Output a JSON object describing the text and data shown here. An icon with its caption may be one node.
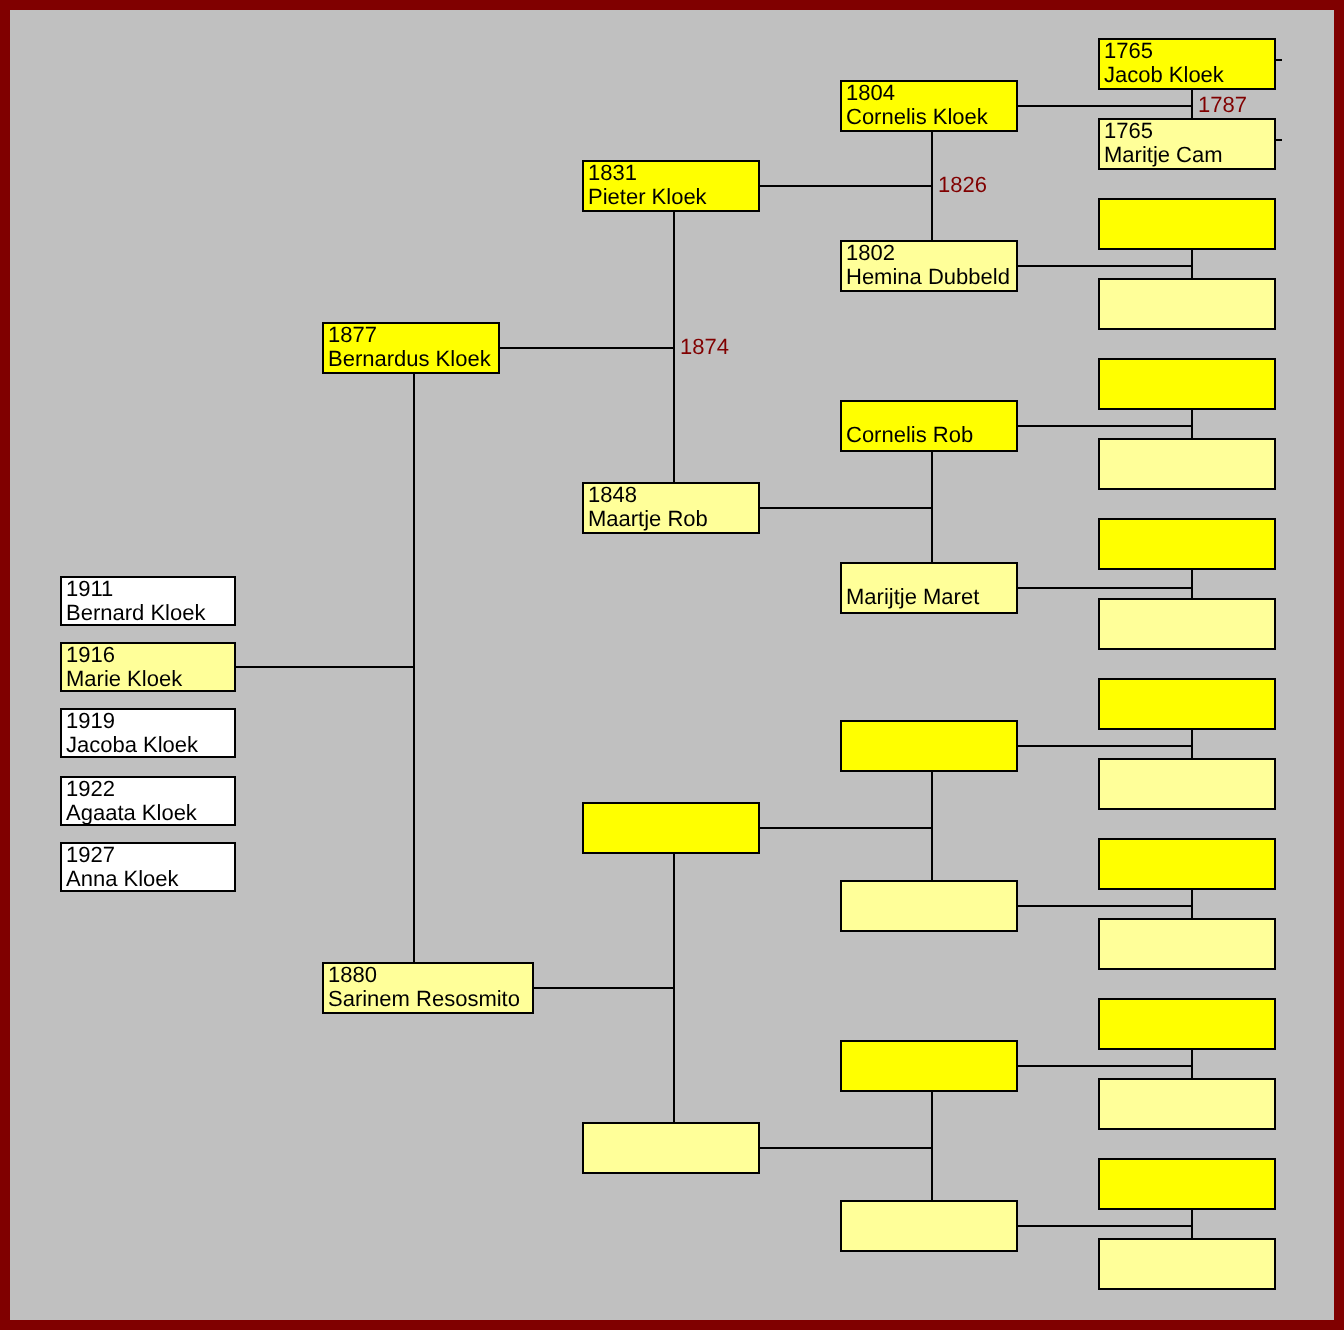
{
  "diagram": {
    "nodes": [
      {
        "text": [
          "1911",
          "Bernard Kloek"
        ]
      },
      {
        "text": [
          "1916",
          "Marie Kloek"
        ]
      },
      {
        "text": [
          "1919",
          "Jacoba Kloek"
        ]
      },
      {
        "text": [
          "1922",
          "Agaata Kloek"
        ]
      },
      {
        "text": [
          "1927",
          "Anna Kloek"
        ]
      },
      {
        "text": [
          "1877",
          "Bernardus Kloek"
        ]
      },
      {
        "text": [
          "1880",
          "Sarinem Resosmito"
        ]
      },
      {
        "text": [
          "1831",
          "Pieter Kloek"
        ]
      },
      {
        "text": [
          "1848",
          "Maartje Rob"
        ]
      },
      {
        "text": [],
        "shape": "box"
      },
      {
        "text": [],
        "shape": "box"
      },
      {
        "text": [
          "1804",
          "Cornelis Kloek"
        ]
      },
      {
        "text": [
          "1802",
          "Hemina Dubbeld"
        ]
      },
      {
        "text": [
          "Cornelis Rob"
        ]
      },
      {
        "text": [
          "Marijtje Maret"
        ]
      },
      {
        "text": [],
        "shape": "box"
      },
      {
        "text": [],
        "shape": "box"
      },
      {
        "text": [],
        "shape": "box"
      },
      {
        "text": [],
        "shape": "box"
      },
      {
        "text": [
          "1765",
          "Jacob Kloek"
        ]
      },
      {
        "text": [
          "1765",
          "Maritje Cam"
        ]
      },
      {
        "text": [],
        "shape": "box"
      },
      {
        "text": [],
        "shape": "box"
      },
      {
        "text": [],
        "shape": "box"
      },
      {
        "text": [],
        "shape": "box"
      },
      {
        "text": [],
        "shape": "box"
      },
      {
        "text": [],
        "shape": "box"
      },
      {
        "text": [],
        "shape": "box"
      },
      {
        "text": [],
        "shape": "box"
      },
      {
        "text": [],
        "shape": "box"
      },
      {
        "text": [],
        "shape": "box"
      },
      {
        "text": [],
        "shape": "box"
      },
      {
        "text": [],
        "shape": "box"
      },
      {
        "text": [],
        "shape": "box"
      },
      {
        "text": [],
        "shape": "box"
      }
    ],
    "edges": [
      {
        "from": 5,
        "to": 6,
        "arrow": "none"
      },
      {
        "from": 1,
        "to": 5,
        "arrow": "none"
      },
      {
        "from": 1,
        "to": 6,
        "arrow": "none"
      },
      {
        "from": 7,
        "to": 8,
        "arrow": "none",
        "label": "1874"
      },
      {
        "from": 5,
        "to": 7,
        "arrow": "none"
      },
      {
        "from": 5,
        "to": 8,
        "arrow": "none"
      },
      {
        "from": 9,
        "to": 10,
        "arrow": "none"
      },
      {
        "from": 6,
        "to": 9,
        "arrow": "none"
      },
      {
        "from": 6,
        "to": 10,
        "arrow": "none"
      },
      {
        "from": 11,
        "to": 12,
        "arrow": "none",
        "label": "1826"
      },
      {
        "from": 7,
        "to": 11,
        "arrow": "none"
      },
      {
        "from": 7,
        "to": 12,
        "arrow": "none"
      },
      {
        "from": 13,
        "to": 14,
        "arrow": "none"
      },
      {
        "from": 8,
        "to": 13,
        "arrow": "none"
      },
      {
        "from": 8,
        "to": 14,
        "arrow": "none"
      },
      {
        "from": 15,
        "to": 16,
        "arrow": "none"
      },
      {
        "from": 9,
        "to": 15,
        "arrow": "none"
      },
      {
        "from": 9,
        "to": 16,
        "arrow": "none"
      },
      {
        "from": 17,
        "to": 18,
        "arrow": "none"
      },
      {
        "from": 10,
        "to": 17,
        "arrow": "none"
      },
      {
        "from": 10,
        "to": 18,
        "arrow": "none"
      },
      {
        "from": 19,
        "to": 20,
        "arrow": "none",
        "label": "1787"
      },
      {
        "from": 11,
        "to": 19,
        "arrow": "none"
      },
      {
        "from": 11,
        "to": 20,
        "arrow": "none"
      },
      {
        "from": 21,
        "to": 22,
        "arrow": "none"
      },
      {
        "from": 12,
        "to": 21,
        "arrow": "none"
      },
      {
        "from": 12,
        "to": 22,
        "arrow": "none"
      },
      {
        "from": 23,
        "to": 24,
        "arrow": "none"
      },
      {
        "from": 13,
        "to": 23,
        "arrow": "none"
      },
      {
        "from": 13,
        "to": 24,
        "arrow": "none"
      },
      {
        "from": 25,
        "to": 26,
        "arrow": "none"
      },
      {
        "from": 14,
        "to": 25,
        "arrow": "none"
      },
      {
        "from": 14,
        "to": 26,
        "arrow": "none"
      },
      {
        "from": 27,
        "to": 28,
        "arrow": "none"
      },
      {
        "from": 15,
        "to": 27,
        "arrow": "none"
      },
      {
        "from": 15,
        "to": 28,
        "arrow": "none"
      },
      {
        "from": 29,
        "to": 30,
        "arrow": "none"
      },
      {
        "from": 16,
        "to": 29,
        "arrow": "none"
      },
      {
        "from": 16,
        "to": 30,
        "arrow": "none"
      },
      {
        "from": 31,
        "to": 32,
        "arrow": "none"
      },
      {
        "from": 17,
        "to": 31,
        "arrow": "none"
      },
      {
        "from": 17,
        "to": 32,
        "arrow": "none"
      },
      {
        "from": 33,
        "to": 34,
        "arrow": "none"
      },
      {
        "from": 18,
        "to": 33,
        "arrow": "none"
      },
      {
        "from": 18,
        "to": 34,
        "arrow": "none"
      }
    ]
  }
}
